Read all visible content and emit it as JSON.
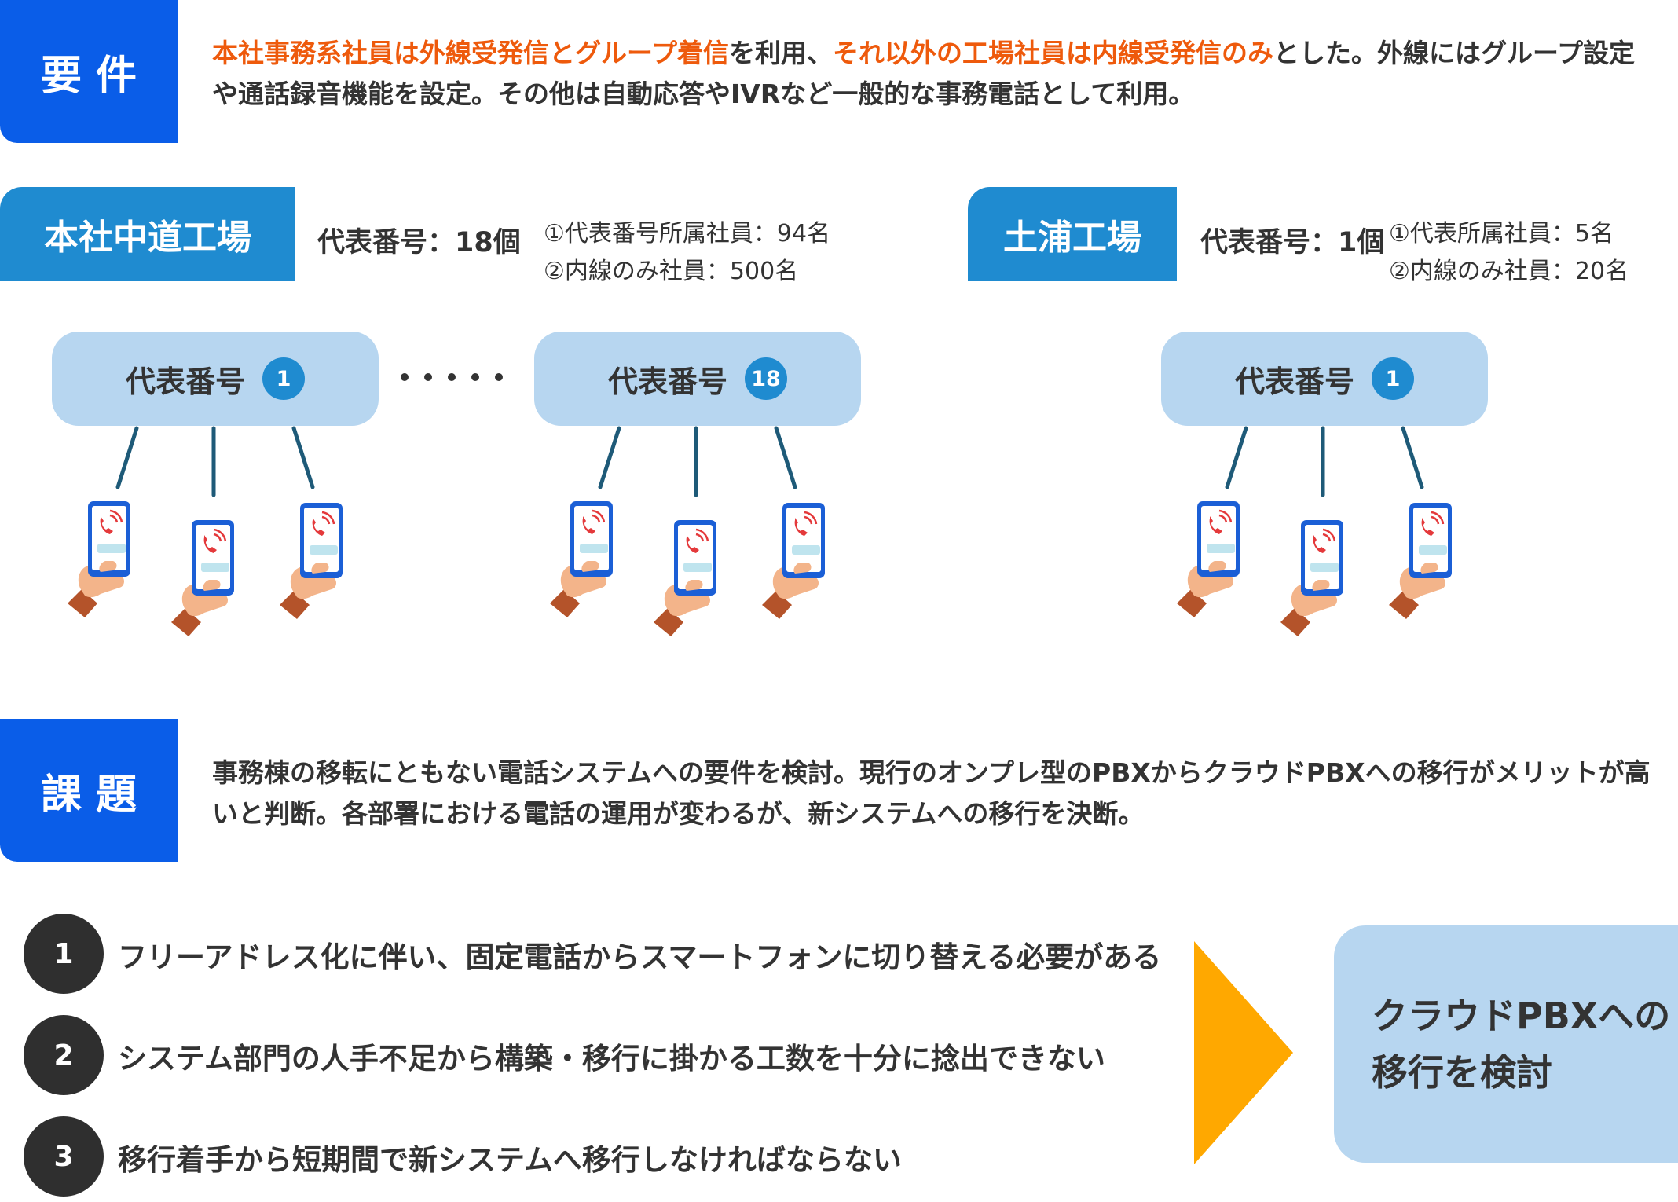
{
  "requirements": {
    "tag": "要件",
    "highlight1": "本社事務系社員は外線受発信とグループ着信",
    "text1": "を利用、",
    "highlight2": "それ以外の工場社員は内線受発信のみ",
    "text2": "とした。外線にはグループ設定や通話録音機能を設定。その他は自動応答やIVRなど一般的な事務電話として利用。"
  },
  "sites": [
    {
      "name": "本社中道工場",
      "rep": "代表番号：18個",
      "info1": "①代表番号所属社員：94名",
      "info2": "②内線のみ社員：500名",
      "groups": [
        {
          "label": "代表番号",
          "badge": "1"
        },
        {
          "label": "代表番号",
          "badge": "18"
        }
      ]
    },
    {
      "name": "土浦工場",
      "rep": "代表番号：1個",
      "info1": "①代表所属社員：5名",
      "info2": "②内線のみ社員：20名",
      "groups": [
        {
          "label": "代表番号",
          "badge": "1"
        }
      ]
    }
  ],
  "issue": {
    "tag": "課題",
    "text": "事務棟の移転にともない電話システムへの要件を検討。現行のオンプレ型のPBXからクラウドPBXへの移行がメリットが高いと判断。各部署における電話の運用が変わるが、新システムへの移行を決断。",
    "items": [
      {
        "num": "1",
        "text": "フリーアドレス化に伴い、固定電話からスマートフォンに切り替える必要がある"
      },
      {
        "num": "2",
        "text": "システム部門の人手不足から構築・移行に掛かる工数を十分に捻出できない"
      },
      {
        "num": "3",
        "text": "移行着手から短期間で新システムへ移行しなければならない"
      }
    ]
  },
  "result": {
    "line1": "クラウドPBXへの",
    "line2": "移行を検討"
  },
  "colors": {
    "tag_blue": "#0a5de8",
    "site_blue": "#1f8bd0",
    "group_fill": "#b7d6f0",
    "highlight": "#ee5a0c",
    "arrow": "#ffa800",
    "line": "#1e5a78"
  },
  "icons": [
    "phone-in-hand-icon",
    "arrow-right-icon"
  ]
}
